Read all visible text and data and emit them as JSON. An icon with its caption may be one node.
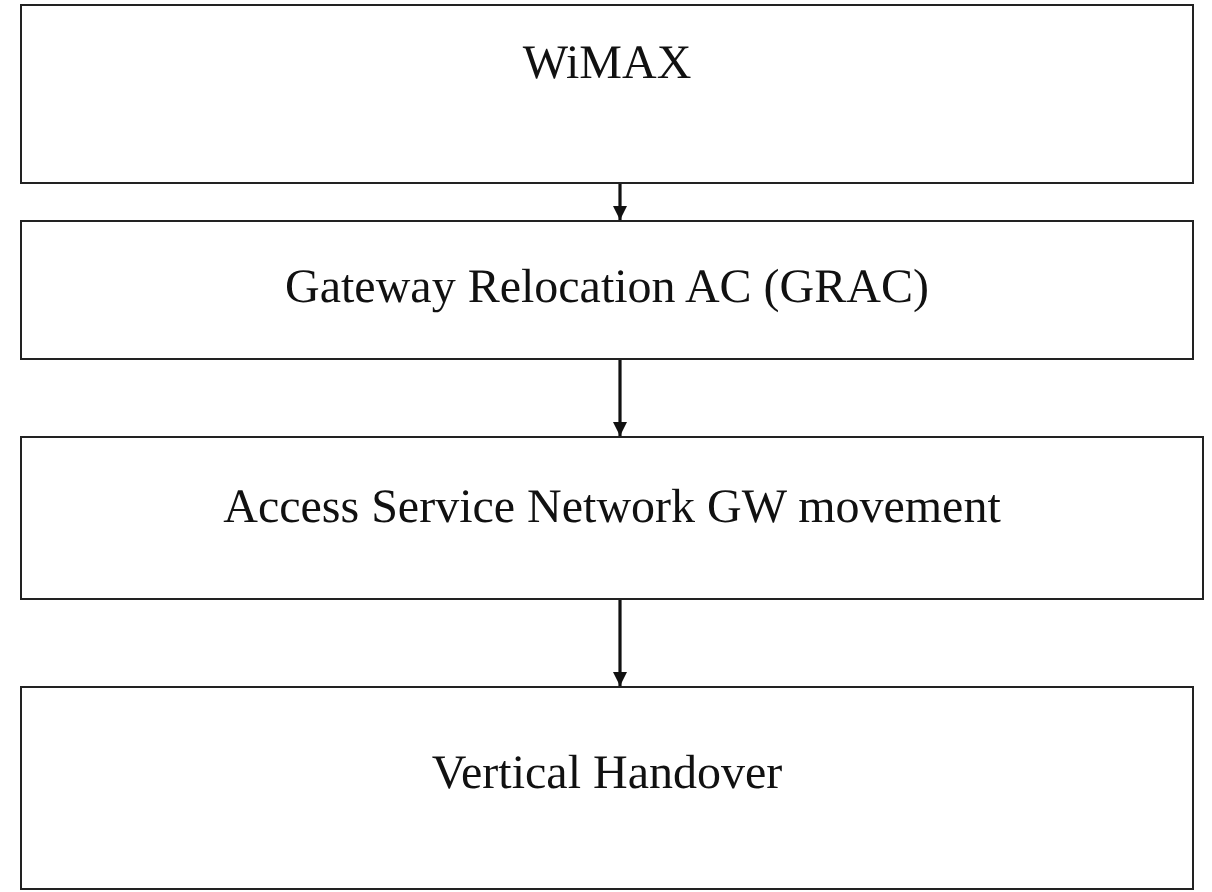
{
  "diagram": {
    "nodes": [
      {
        "text": [
          "WiMAX"
        ]
      },
      {
        "text": [
          "Gateway Relocation AC (GRAC)"
        ]
      },
      {
        "text": [
          "Access Service Network GW movement"
        ]
      },
      {
        "text": [
          "Vertical Handover"
        ]
      }
    ],
    "edges": [
      {
        "from": 0,
        "to": 1,
        "arrow": "to"
      },
      {
        "from": 1,
        "to": 2,
        "arrow": "to"
      },
      {
        "from": 2,
        "to": 3,
        "arrow": "to"
      }
    ]
  }
}
